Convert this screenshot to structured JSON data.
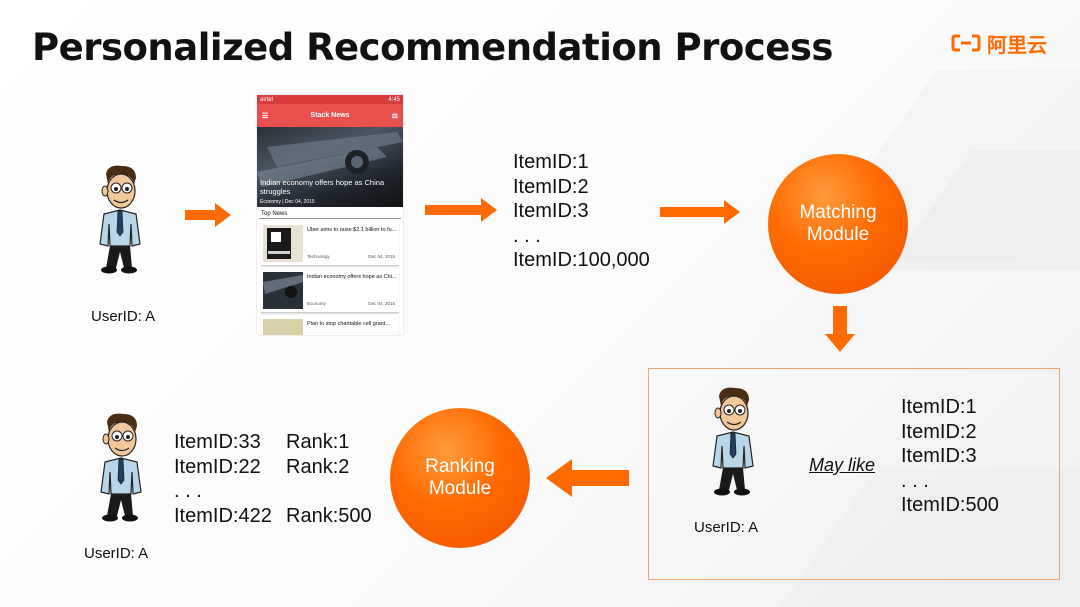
{
  "title": "Personalized Recommendation Process",
  "logo": {
    "text": "阿里云",
    "color": "#ff6a00"
  },
  "colors": {
    "accent": "#ff6a00",
    "box_border": "#f3a371"
  },
  "user_top": {
    "label": "UserID: A"
  },
  "user_box": {
    "label": "UserID: A"
  },
  "user_bottom": {
    "label": "UserID: A"
  },
  "phone": {
    "status_left": "airtel",
    "status_right": "4:45",
    "app_title": "Stack News",
    "hero_title": "Indian economy offers hope as China struggles",
    "hero_meta": "Economy | Dec 04, 2015",
    "section_label": "Top News",
    "items": [
      {
        "title": "Uber aims to raise $2.1 billion to fu...",
        "category": "Technology",
        "date": "Dec 04, 2015"
      },
      {
        "title": "Indian economy offers hope as Chi...",
        "category": "Economy",
        "date": "Dec 04, 2015"
      },
      {
        "title": "Plan to stop charitable cell grant...",
        "category": "",
        "date": ""
      }
    ]
  },
  "candidate_list": [
    "ItemID:1",
    "ItemID:2",
    "ItemID:3",
    ". . .",
    "ItemID:100,000"
  ],
  "matching_module": {
    "line1": "Matching",
    "line2": "Module"
  },
  "ranking_module": {
    "line1": "Ranking",
    "line2": "Module"
  },
  "may_like": "May like",
  "liked_list": [
    "ItemID:1",
    "ItemID:2",
    "ItemID:3",
    ". . .",
    "ItemID:500"
  ],
  "ranked_list": {
    "rows": [
      {
        "item": "ItemID:33",
        "rank": "Rank:1"
      },
      {
        "item": "ItemID:22",
        "rank": "Rank:2"
      },
      {
        "item": ". . .",
        "rank": ""
      },
      {
        "item": "ItemID:422",
        "rank": "Rank:500"
      }
    ]
  }
}
